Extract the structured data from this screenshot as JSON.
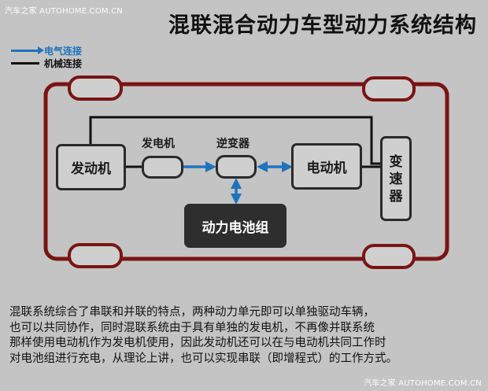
{
  "watermark": {
    "top": "汽车之家 AUTOHOME.COM.CN",
    "bottom": "汽车之家 AUTOHOME.COM.CN"
  },
  "title": "混联混合动力车型动力系统结构",
  "legend": {
    "electrical": "电气连接",
    "mechanical": "机械连接"
  },
  "components": {
    "engine": "发动机",
    "generator": "发电机",
    "inverter": "逆变器",
    "motor": "电动机",
    "gearbox_chars": [
      "变",
      "速",
      "器"
    ],
    "battery": "动力电池组"
  },
  "colors": {
    "electrical": "#1e73be",
    "mechanical": "#111111",
    "chassis": "#7a1414",
    "battery_fill": "#2e2e2e",
    "background": "#c4c4c4"
  },
  "caption": [
    "混联系统综合了串联和并联的特点，两种动力单元即可以单独驱动车辆，",
    "也可以共同协作，同时混联系统由于具有单独的发电机，不再像并联系统",
    "那样使用电动机作为发电机使用，因此发动机还可以在与电动机共同工作时",
    "对电池组进行充电，从理论上讲，也可以实现串联（即增程式）的工作方式。"
  ]
}
